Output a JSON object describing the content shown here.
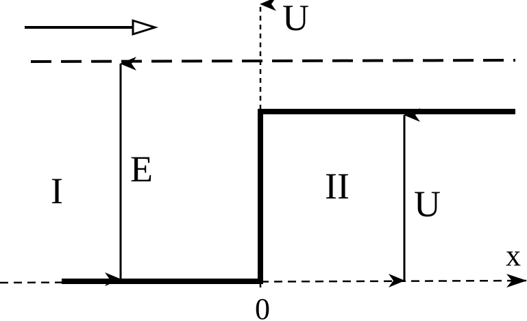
{
  "labels": {
    "u_axis": "U",
    "x_axis": "x",
    "origin": "0",
    "region_1": "I",
    "region_2": "II",
    "energy": "E",
    "barrier": "U"
  },
  "colors": {
    "ink": "#000000",
    "background": "#ffffff"
  },
  "icons": {
    "incident_arrow": "hollow-arrow-right-icon"
  }
}
